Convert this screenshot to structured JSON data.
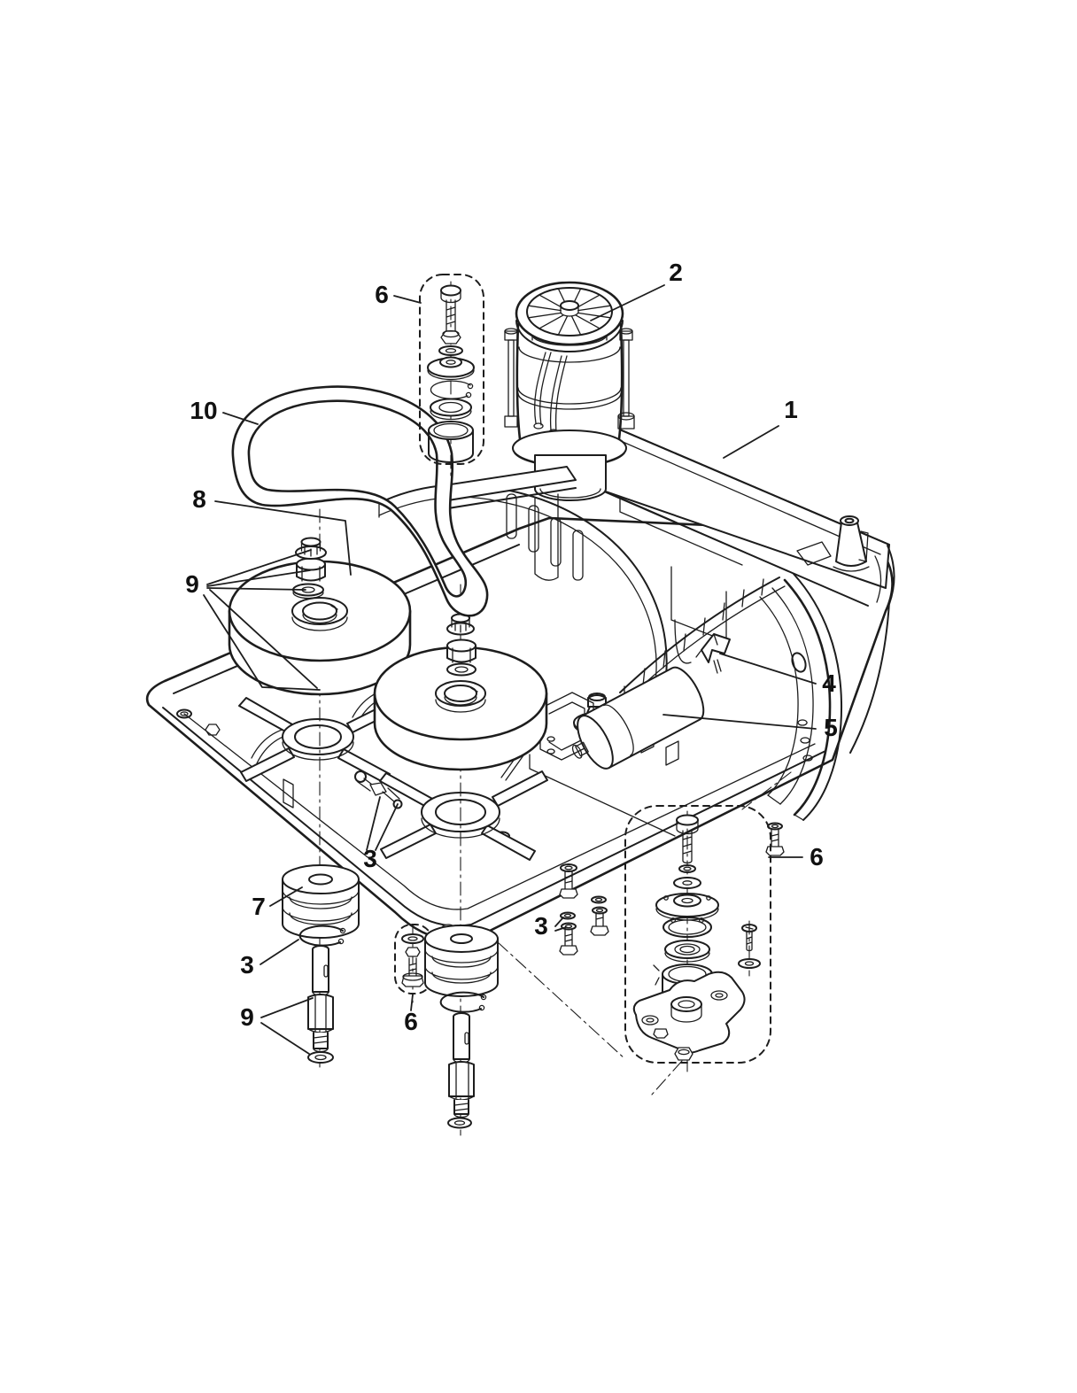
{
  "figure": {
    "type": "exploded-parts-diagram",
    "background_color": "#ffffff",
    "line_color": "#1d1d1d",
    "callouts": [
      {
        "id": "hardware-kit-upper",
        "label": "6"
      },
      {
        "id": "motor",
        "label": "2"
      },
      {
        "id": "deck-weldment",
        "label": "1"
      },
      {
        "id": "drive-belt",
        "label": "10"
      },
      {
        "id": "pulley",
        "label": "8"
      },
      {
        "id": "pulley-fasteners",
        "label": "9"
      },
      {
        "id": "terminal-clip",
        "label": "4"
      },
      {
        "id": "capacitor",
        "label": "5"
      },
      {
        "id": "grease-fitting",
        "label": "3"
      },
      {
        "id": "isolator-stack",
        "label": "7"
      },
      {
        "id": "retaining-ring",
        "label": "3"
      },
      {
        "id": "shaft-hardware",
        "label": "9"
      },
      {
        "id": "hardware-kit-small",
        "label": "6"
      },
      {
        "id": "mounting-bolts",
        "label": "3"
      },
      {
        "id": "hardware-kit-lower",
        "label": "6"
      }
    ]
  }
}
